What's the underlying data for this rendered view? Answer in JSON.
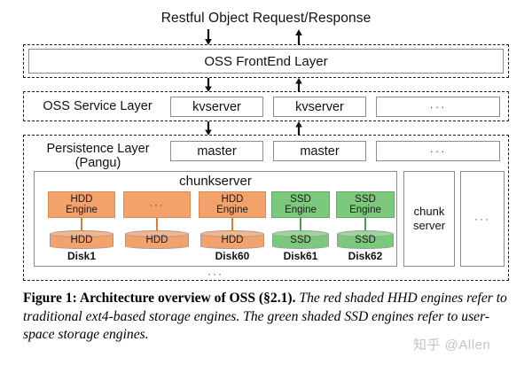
{
  "figure": {
    "top_label": "Restful Object Request/Response",
    "caption_bold": "Figure 1: Architecture overview of OSS (§2.1).",
    "caption_italic": "The red shaded HHD engines refer to traditional ext4-based storage engines. The green shaded SSD engines refer to user-space storage engines.",
    "watermark": "知乎 @Allen"
  },
  "colors": {
    "hdd_fill": "#F4A26B",
    "ssd_fill": "#7CC87C",
    "hdd_stroke": "#d98b52",
    "ssd_stroke": "#5fae5f",
    "frame_stroke": "#1a1a1a",
    "box_stroke": "#8c8c8c"
  },
  "layers": {
    "frontend": {
      "label": "OSS FrontEnd Layer"
    },
    "service": {
      "title": "OSS Service Layer",
      "nodes": [
        {
          "label": "kvserver"
        },
        {
          "label": "kvserver"
        },
        {
          "label": "···"
        }
      ]
    },
    "persistence": {
      "title": "Persistence Layer\n(Pangu)",
      "nodes": [
        {
          "label": "master"
        },
        {
          "label": "master"
        },
        {
          "label": "···"
        }
      ]
    }
  },
  "chunkserver": {
    "title": "chunkserver",
    "bottom_ellipsis": "···",
    "engines": [
      {
        "label": "HDD\nEngine",
        "kind": "hdd",
        "disk_label": "HDD",
        "disk_name": "Disk1"
      },
      {
        "label": "···",
        "kind": "hdd",
        "disk_label": "HDD",
        "disk_name": ""
      },
      {
        "label": "HDD\nEngine",
        "kind": "hdd",
        "disk_label": "HDD",
        "disk_name": "Disk60"
      },
      {
        "label": "SSD\nEngine",
        "kind": "ssd",
        "disk_label": "SSD",
        "disk_name": "Disk61"
      },
      {
        "label": "SSD\nEngine",
        "kind": "ssd",
        "disk_label": "SSD",
        "disk_name": "Disk62"
      }
    ],
    "siblings": [
      {
        "label": "chunk\nserver"
      },
      {
        "label": "···"
      }
    ]
  }
}
